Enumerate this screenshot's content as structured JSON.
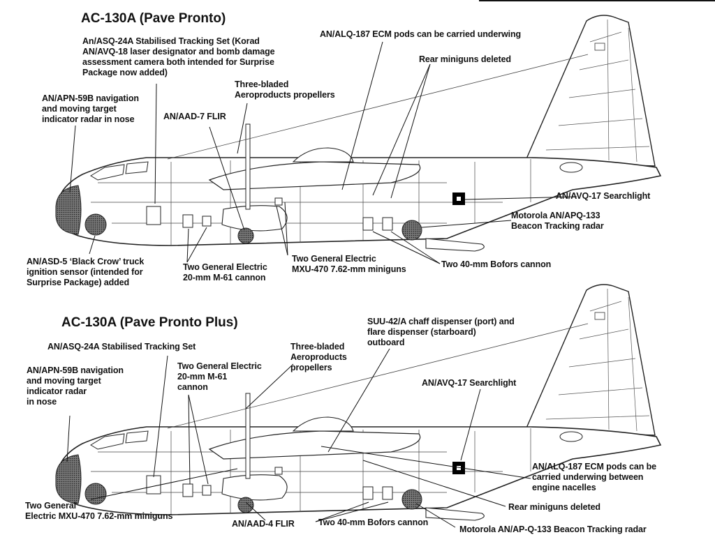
{
  "top": {
    "title": "AC-130A (Pave Pronto)",
    "labels": {
      "asq": "An/ASQ-24A Stabilised Tracking Set (Korad\nAN/AVQ-18 laser designator and bomb damage\nassessment camera both intended for Surprise\nPackage now added)",
      "apn": "AN/APN-59B navigation\nand moving target\nindicator radar in nose",
      "aad": "AN/AAD-7 FLIR",
      "prop": "Three-bladed\nAeroproducts propellers",
      "alq": "AN/ALQ-187 ECM pods can be carried underwing",
      "rear": "Rear miniguns deleted",
      "avq": "AN/AVQ-17 Searchlight",
      "apq": "Motorola AN/APQ-133\nBeacon Tracking radar",
      "bofors": "Two 40-mm Bofors cannon",
      "mxu": "Two General Electric\nMXU-470 7.62-mm miniguns",
      "m61": "Two General Electric\n20-mm M-61 cannon",
      "asd": "AN/ASD-5 ‘Black Crow’ truck\nignition sensor (intended for\nSurprise Package) added"
    }
  },
  "bottom": {
    "title": "AC-130A (Pave Pronto Plus)",
    "labels": {
      "asq": "AN/ASQ-24A Stabilised Tracking Set",
      "apn": "AN/APN-59B navigation\nand moving target\nindicator radar\nin nose",
      "m61": "Two General Electric\n20-mm M-61\ncannon",
      "prop": "Three-bladed\nAeroproducts\npropellers",
      "suu": "SUU-42/A chaff dispenser (port) and\nflare dispenser (starboard)\noutboard",
      "avq": "AN/AVQ-17 Searchlight",
      "alq": "AN/ALQ-187 ECM pods can be\ncarried underwing between\nengine nacelles",
      "rear": "Rear miniguns deleted",
      "mxu": "Two General\nElectric MXU-470 7.62-mm miniguns",
      "aad": "AN/AAD-4 FLIR",
      "bofors": "Two 40-mm Bofors cannon",
      "apq": "Motorola AN/AP-Q-133 Beacon Tracking radar"
    }
  }
}
